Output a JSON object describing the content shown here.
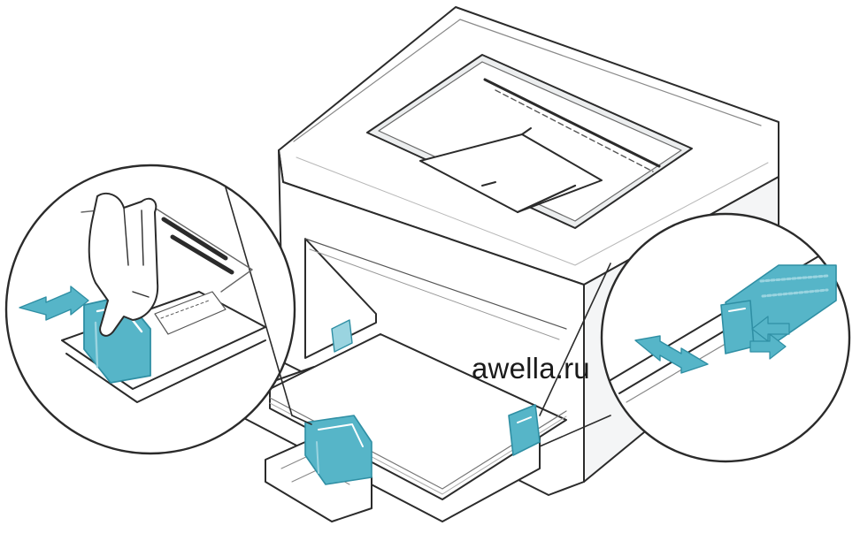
{
  "watermark": {
    "text": "awella.ru"
  },
  "colors": {
    "outline": "#2b2b2b",
    "body": "#ffffff",
    "shade": "#e9eaeb",
    "accent": "#56b5c8",
    "accent_dark": "#2f8fa4",
    "accent_light": "#9ad4e0"
  },
  "callouts": [
    {
      "name": "left-zoom-circle",
      "depicts": "hand-sliding-width-guide"
    },
    {
      "name": "right-zoom-circle",
      "depicts": "pinched-length-guide"
    }
  ]
}
